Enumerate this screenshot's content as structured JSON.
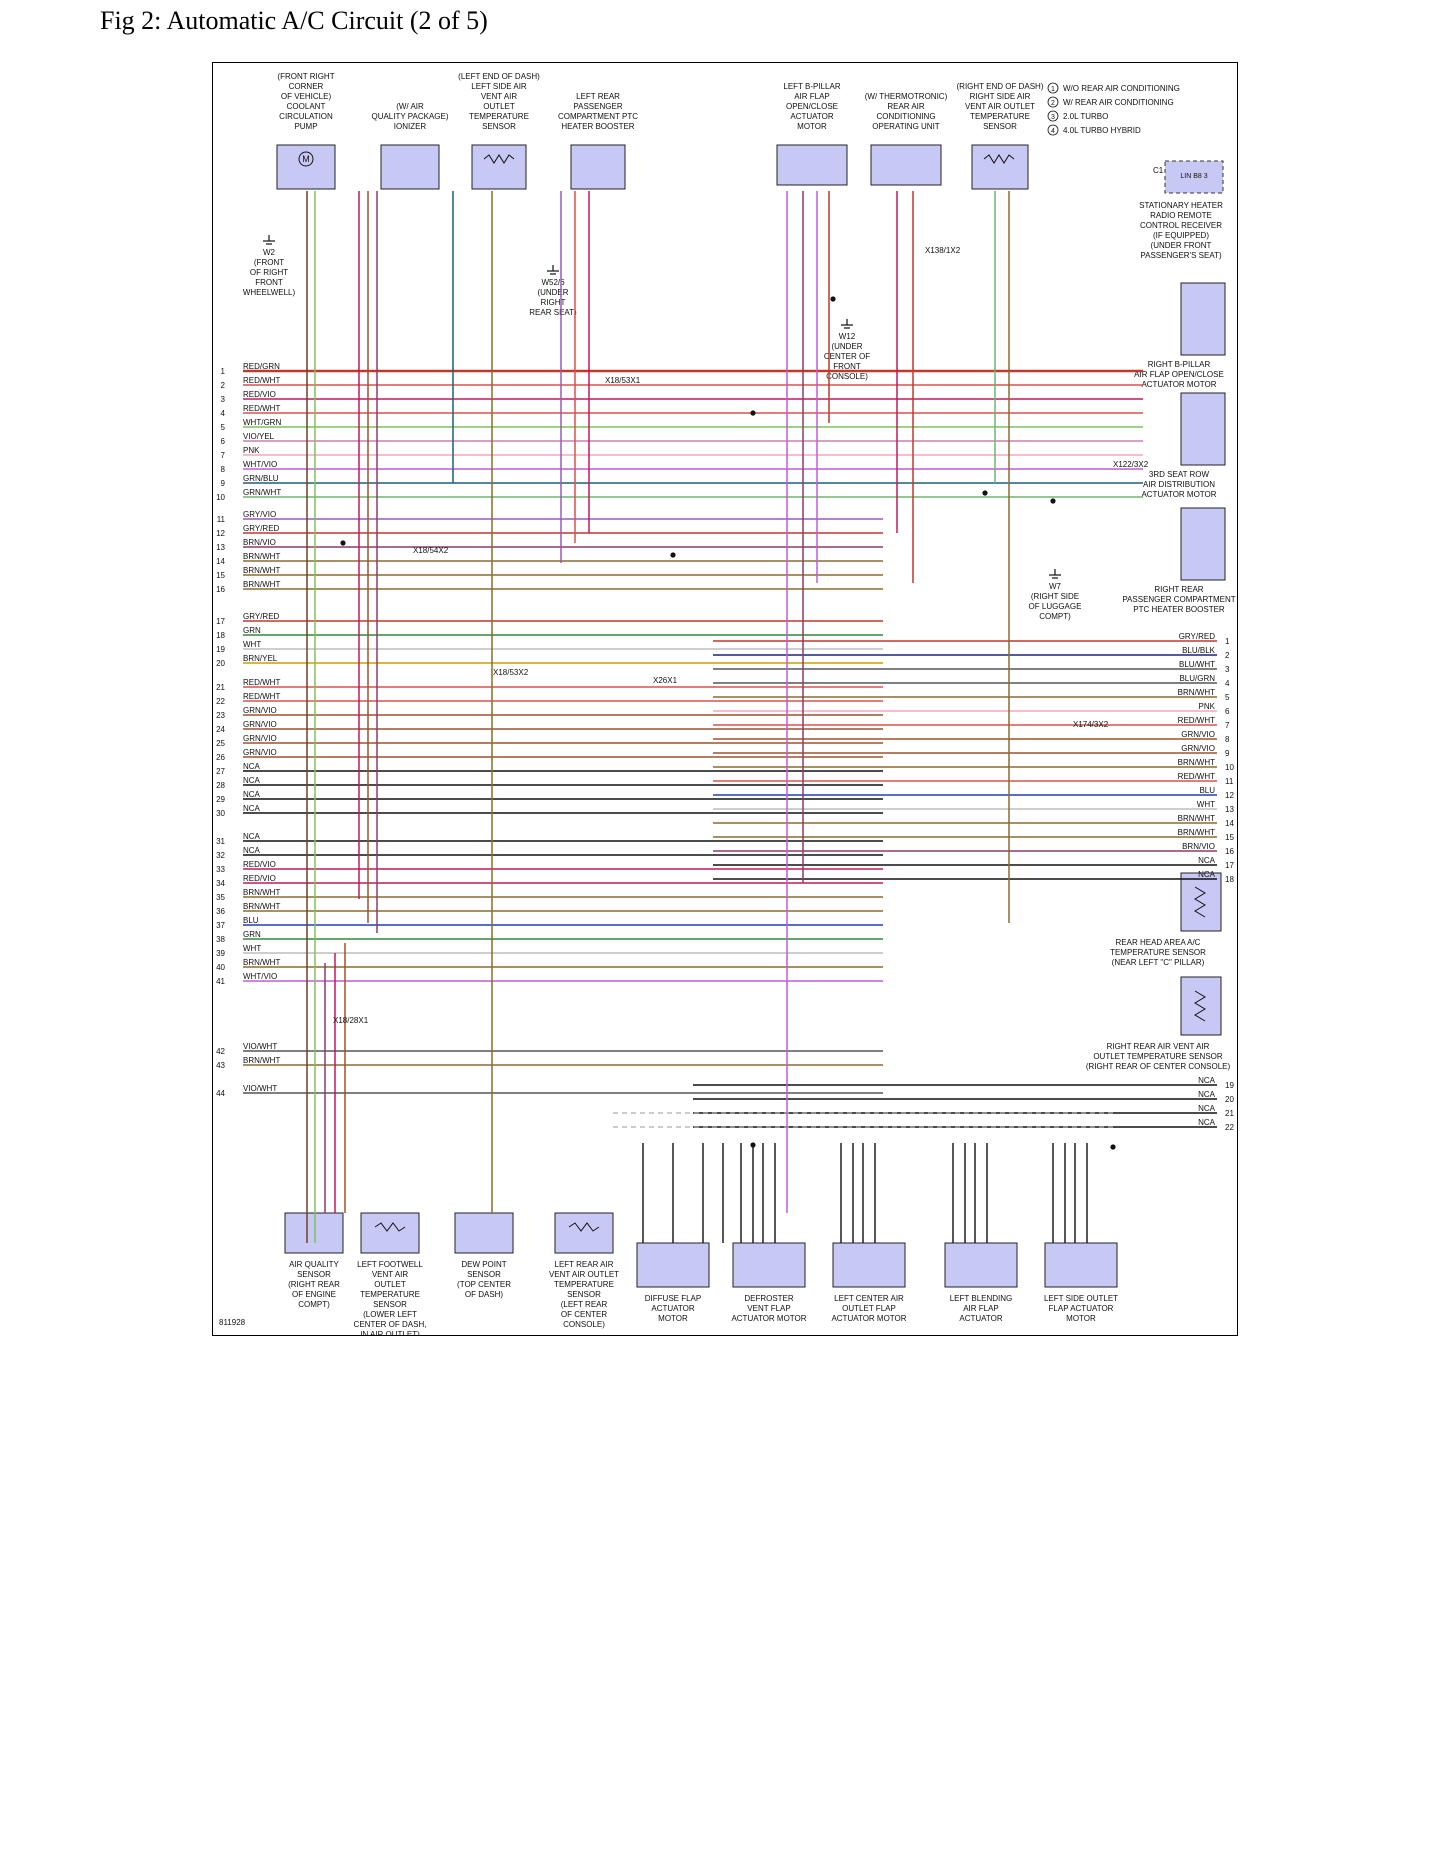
{
  "title": "Fig 2: Automatic A/C Circuit (2 of 5)",
  "diagram_id": "811928",
  "legend": [
    {
      "num": "1",
      "text": "W/O REAR AIR CONDITIONING"
    },
    {
      "num": "2",
      "text": "W/ REAR AIR CONDITIONING"
    },
    {
      "num": "3",
      "text": "2.0L TURBO"
    },
    {
      "num": "4",
      "text": "4.0L TURBO HYBRID"
    }
  ],
  "top_components": [
    {
      "label": [
        "(FRONT RIGHT",
        "CORNER",
        "OF VEHICLE)",
        "COOLANT",
        "CIRCULATION",
        "PUMP"
      ],
      "type": "motor"
    },
    {
      "label": [
        "(W/ AIR",
        "QUALITY PACKAGE)",
        "IONIZER"
      ],
      "type": "box"
    },
    {
      "label": [
        "(LEFT END OF DASH)",
        "LEFT SIDE AIR",
        "VENT AIR",
        "OUTLET",
        "TEMPERATURE",
        "SENSOR"
      ],
      "type": "sensor"
    },
    {
      "label": [
        "LEFT REAR",
        "PASSENGER",
        "COMPARTMENT PTC",
        "HEATER BOOSTER"
      ],
      "type": "box"
    },
    {
      "label": [
        "LEFT B-PILLAR",
        "AIR FLAP",
        "OPEN/CLOSE",
        "ACTUATOR",
        "MOTOR"
      ],
      "type": "box"
    },
    {
      "label": [
        "(W/ THERMOTRONIC)",
        "REAR AIR",
        "CONDITIONING",
        "OPERATING UNIT"
      ],
      "type": "box"
    },
    {
      "label": [
        "(RIGHT END OF DASH)",
        "RIGHT SIDE AIR",
        "VENT AIR OUTLET",
        "TEMPERATURE",
        "SENSOR"
      ],
      "type": "sensor"
    }
  ],
  "right_components": [
    {
      "label": [
        "STATIONARY HEATER",
        "RADIO REMOTE",
        "CONTROL RECEIVER",
        "(IF EQUIPPED)",
        "(UNDER FRONT",
        "PASSENGER'S SEAT)"
      ]
    },
    {
      "label": [
        "RIGHT B-PILLAR",
        "AIR FLAP OPEN/CLOSE",
        "ACTUATOR MOTOR"
      ]
    },
    {
      "label": [
        "3RD SEAT ROW",
        "AIR DISTRIBUTION",
        "ACTUATOR MOTOR"
      ]
    },
    {
      "label": [
        "RIGHT REAR",
        "PASSENGER COMPARTMENT",
        "PTC HEATER BOOSTER"
      ]
    },
    {
      "label": [
        "REAR HEAD AREA A/C",
        "TEMPERATURE SENSOR",
        "(NEAR LEFT \"C\" PILLAR)"
      ]
    },
    {
      "label": [
        "RIGHT REAR AIR VENT AIR",
        "OUTLET TEMPERATURE SENSOR",
        "(RIGHT REAR OF CENTER CONSOLE)"
      ]
    }
  ],
  "bottom_components": [
    {
      "label": [
        "AIR QUALITY",
        "SENSOR",
        "(RIGHT REAR",
        "OF ENGINE",
        "COMPT)"
      ]
    },
    {
      "label": [
        "LEFT FOOTWELL",
        "VENT AIR",
        "OUTLET",
        "TEMPERATURE",
        "SENSOR",
        "(LOWER LEFT",
        "CENTER OF DASH,",
        "IN AIR OUTLET)"
      ]
    },
    {
      "label": [
        "DEW POINT",
        "SENSOR",
        "(TOP CENTER",
        "OF DASH)"
      ]
    },
    {
      "label": [
        "LEFT REAR AIR",
        "VENT AIR OUTLET",
        "TEMPERATURE",
        "SENSOR",
        "(LEFT REAR",
        "OF CENTER",
        "CONSOLE)"
      ]
    },
    {
      "label": [
        "DIFFUSE FLAP",
        "ACTUATOR",
        "MOTOR"
      ]
    },
    {
      "label": [
        "DEFROSTER",
        "VENT FLAP",
        "ACTUATOR MOTOR"
      ]
    },
    {
      "label": [
        "LEFT CENTER AIR",
        "OUTLET FLAP",
        "ACTUATOR MOTOR"
      ]
    },
    {
      "label": [
        "LEFT BLENDING",
        "AIR FLAP",
        "ACTUATOR"
      ]
    },
    {
      "label": [
        "LEFT SIDE OUTLET",
        "FLAP ACTUATOR",
        "MOTOR"
      ]
    }
  ],
  "grounds": [
    {
      "label": [
        "W2",
        "(FRONT",
        "OF RIGHT",
        "FRONT",
        "WHEELWELL)"
      ]
    },
    {
      "label": [
        "W52/6",
        "(UNDER",
        "RIGHT",
        "REAR SEAT)"
      ]
    },
    {
      "label": [
        "W12",
        "(UNDER",
        "CENTER OF",
        "FRONT",
        "CONSOLE)"
      ]
    },
    {
      "label": [
        "W7",
        "(RIGHT SIDE",
        "OF LUGGAGE",
        "COMPT)"
      ]
    }
  ],
  "lin_label": "LIN B8 3",
  "left_pins": [
    {
      "n": "1",
      "w": "RED/GRN"
    },
    {
      "n": "2",
      "w": "RED/WHT"
    },
    {
      "n": "3",
      "w": "RED/VIO"
    },
    {
      "n": "4",
      "w": "RED/WHT"
    },
    {
      "n": "5",
      "w": "WHT/GRN"
    },
    {
      "n": "6",
      "w": "VIO/YEL"
    },
    {
      "n": "7",
      "w": "PNK"
    },
    {
      "n": "8",
      "w": "WHT/VIO"
    },
    {
      "n": "9",
      "w": "GRN/BLU"
    },
    {
      "n": "10",
      "w": "GRN/WHT"
    },
    {
      "n": "11",
      "w": "GRY/VIO"
    },
    {
      "n": "12",
      "w": "GRY/RED"
    },
    {
      "n": "13",
      "w": "BRN/VIO"
    },
    {
      "n": "14",
      "w": "BRN/WHT"
    },
    {
      "n": "15",
      "w": "BRN/WHT"
    },
    {
      "n": "16",
      "w": "BRN/WHT"
    },
    {
      "n": "17",
      "w": "GRY/RED"
    },
    {
      "n": "18",
      "w": "GRN"
    },
    {
      "n": "19",
      "w": "WHT"
    },
    {
      "n": "20",
      "w": "BRN/YEL"
    },
    {
      "n": "21",
      "w": "RED/WHT"
    },
    {
      "n": "22",
      "w": "RED/WHT"
    },
    {
      "n": "23",
      "w": "GRN/VIO"
    },
    {
      "n": "24",
      "w": "GRN/VIO"
    },
    {
      "n": "25",
      "w": "GRN/VIO"
    },
    {
      "n": "26",
      "w": "GRN/VIO"
    },
    {
      "n": "27",
      "w": "NCA"
    },
    {
      "n": "28",
      "w": "NCA"
    },
    {
      "n": "29",
      "w": "NCA"
    },
    {
      "n": "30",
      "w": "NCA"
    },
    {
      "n": "31",
      "w": "NCA"
    },
    {
      "n": "32",
      "w": "NCA"
    },
    {
      "n": "33",
      "w": "RED/VIO"
    },
    {
      "n": "34",
      "w": "RED/VIO"
    },
    {
      "n": "35",
      "w": "BRN/WHT"
    },
    {
      "n": "36",
      "w": "BRN/WHT"
    },
    {
      "n": "37",
      "w": "BLU"
    },
    {
      "n": "38",
      "w": "GRN"
    },
    {
      "n": "39",
      "w": "WHT"
    },
    {
      "n": "40",
      "w": "BRN/WHT"
    },
    {
      "n": "41",
      "w": "WHT/VIO"
    },
    {
      "n": "42",
      "w": "VIO/WHT"
    },
    {
      "n": "43",
      "w": "BRN/WHT"
    },
    {
      "n": "44",
      "w": "VIO/WHT"
    }
  ],
  "right_pins": [
    {
      "n": "1",
      "w": "GRY/RED"
    },
    {
      "n": "2",
      "w": "BLU/BLK"
    },
    {
      "n": "3",
      "w": "BLU/WHT"
    },
    {
      "n": "4",
      "w": "BLU/GRN"
    },
    {
      "n": "5",
      "w": "BRN/WHT"
    },
    {
      "n": "6",
      "w": "PNK"
    },
    {
      "n": "7",
      "w": "RED/WHT"
    },
    {
      "n": "8",
      "w": "GRN/VIO"
    },
    {
      "n": "9",
      "w": "GRN/VIO"
    },
    {
      "n": "10",
      "w": "BRN/WHT"
    },
    {
      "n": "11",
      "w": "RED/WHT"
    },
    {
      "n": "12",
      "w": "BLU"
    },
    {
      "n": "13",
      "w": "WHT"
    },
    {
      "n": "14",
      "w": "BRN/WHT"
    },
    {
      "n": "15",
      "w": "BRN/WHT"
    },
    {
      "n": "16",
      "w": "BRN/VIO"
    },
    {
      "n": "17",
      "w": "NCA"
    },
    {
      "n": "18",
      "w": "NCA"
    }
  ],
  "right_pins_lower": [
    {
      "n": "19",
      "w": "NCA"
    },
    {
      "n": "20",
      "w": "NCA"
    },
    {
      "n": "21",
      "w": "NCA"
    },
    {
      "n": "22",
      "w": "NCA"
    }
  ],
  "connectors": [
    "X18/53X1",
    "X18/54X2",
    "X18/53X2",
    "X18/28X1",
    "X138/1X2",
    "X26X1",
    "X174/3X2",
    "X122/3X2",
    "C1"
  ],
  "wire_colors": {
    "RED/GRN": "#c0392b",
    "RED/WHT": "#d9534f",
    "RED/VIO": "#c2185b",
    "WHT/GRN": "#7cc35a",
    "VIO/YEL": "#d47fb0",
    "PNK": "#f4a6c0",
    "WHT/VIO": "#c25bd6",
    "GRN/BLU": "#1f5f7a",
    "GRN/WHT": "#6bb86b",
    "GRY/VIO": "#9b59b6",
    "GRY/RED": "#c0392b",
    "BRN/VIO": "#8e3a6b",
    "BRN/WHT": "#8b6b2f",
    "GRN": "#2e8b3a",
    "WHT": "#bdbdbd",
    "BRN/YEL": "#c8a000",
    "GRN/VIO": "#a0522d",
    "NCA": "#111111",
    "BLU": "#1f3fbf",
    "BLU/BLK": "#1a237e",
    "BRN": "#6b4226"
  }
}
